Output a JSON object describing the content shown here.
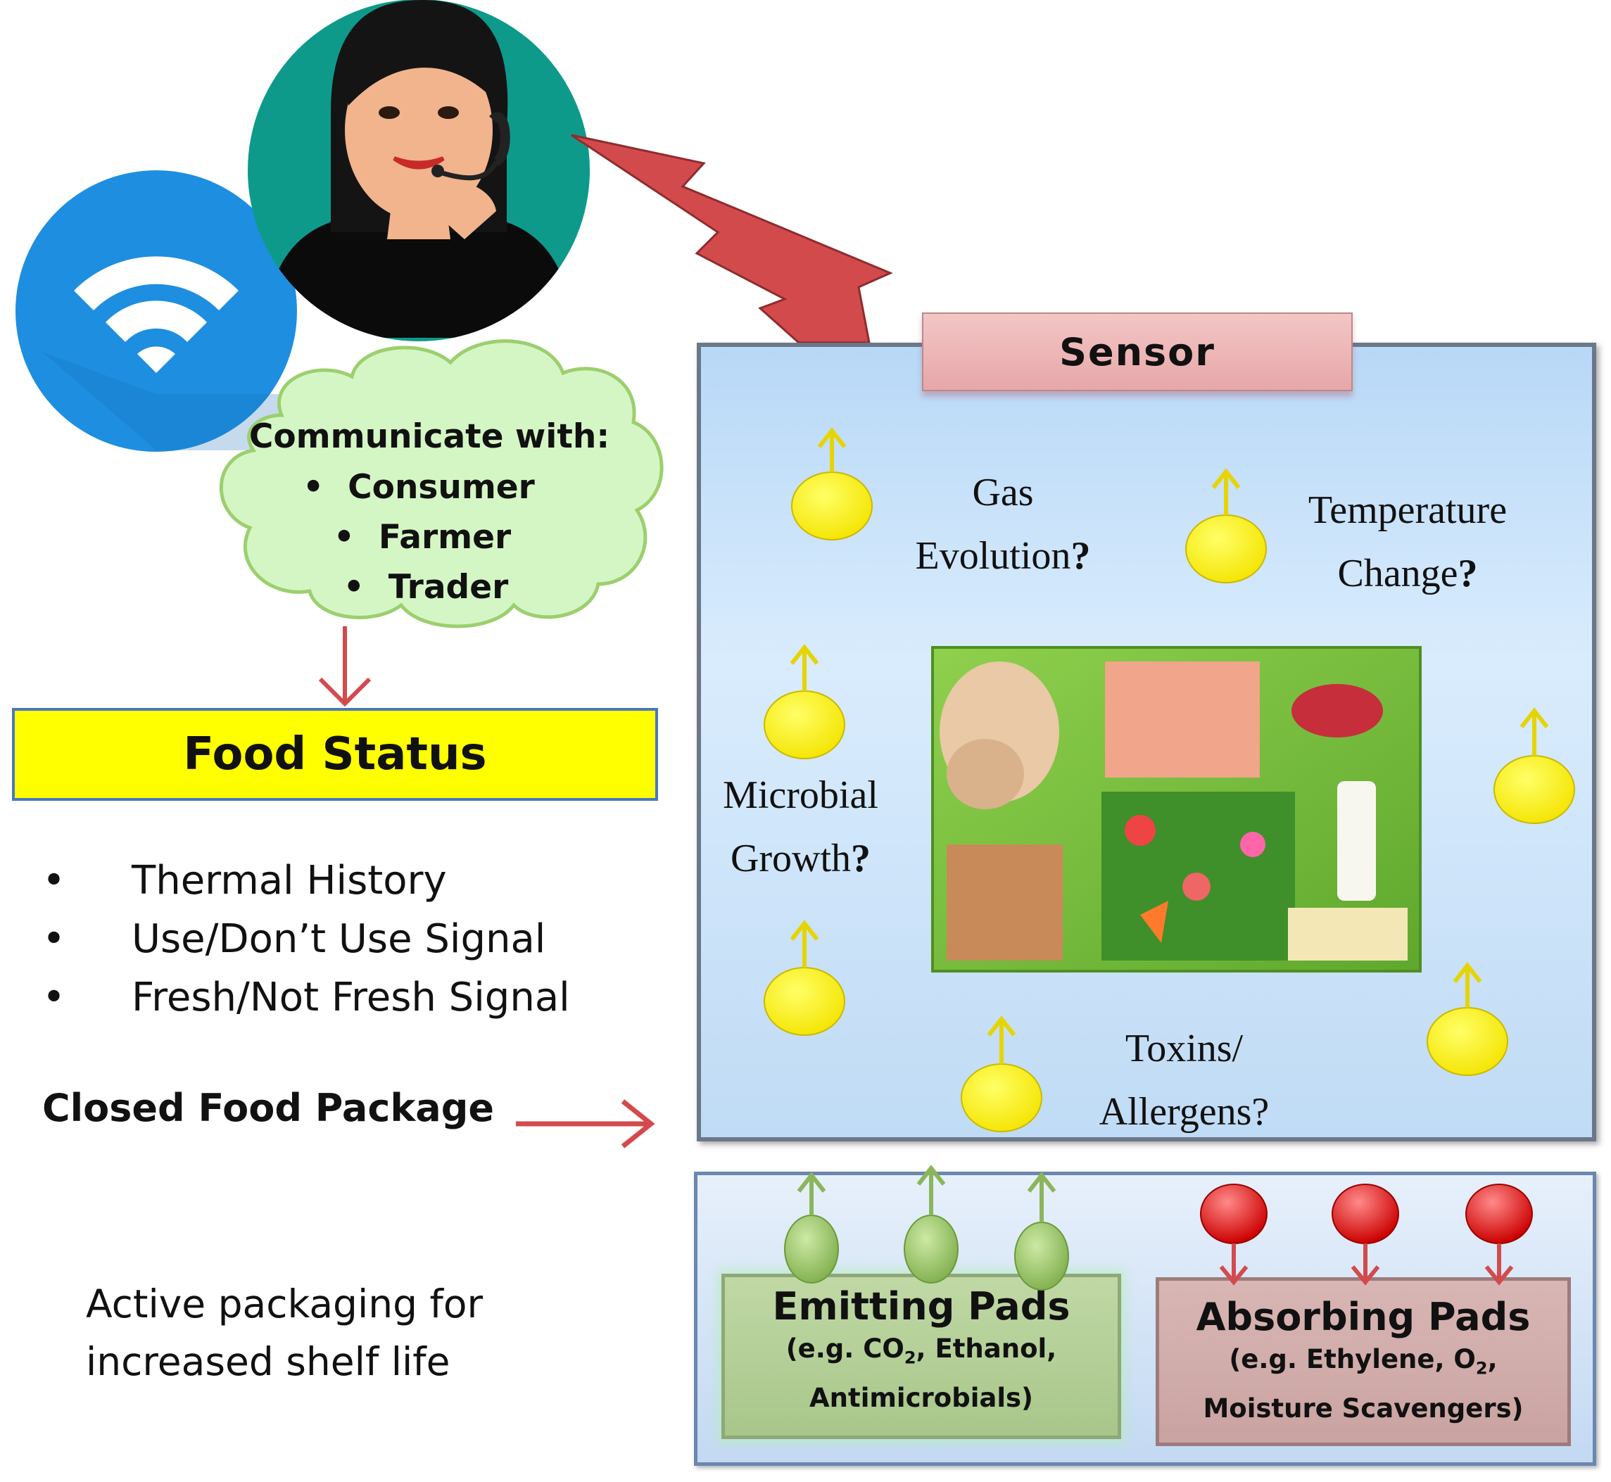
{
  "cloud": {
    "title": "Communicate with:",
    "items": [
      "Consumer",
      "Farmer",
      "Trader"
    ]
  },
  "food_status": {
    "title": "Food Status",
    "items": [
      "Thermal History",
      "Use/Don’t Use Signal",
      "Fresh/Not Fresh Signal"
    ]
  },
  "labels": {
    "closed_package": "Closed Food Package",
    "active_line1": "Active packaging for",
    "active_line2": "increased shelf life",
    "bullet": "•"
  },
  "package": {
    "sensor": "Sensor",
    "gas_1": "Gas",
    "gas_2": "Evolution",
    "temp_1": "Temperature",
    "temp_2": "Change",
    "micro_1": "Microbial",
    "micro_2": "Growth",
    "tox_1": "Toxins/",
    "tox_2": "Allergens",
    "qmark": "?"
  },
  "pads": {
    "emitting_title": "Emitting Pads",
    "emitting_sub_1_a": "(e.g.  CO",
    "emitting_sub_1_sub": "2",
    "emitting_sub_1_b": ", Ethanol,",
    "emitting_sub_2": "Antimicrobials)",
    "absorbing_title": "Absorbing Pads",
    "absorbing_sub_1_a": "(e.g. Ethylene, O",
    "absorbing_sub_1_sub": "2",
    "absorbing_sub_1_b": ",",
    "absorbing_sub_2": "Moisture Scavengers)"
  },
  "colors": {
    "arrow_red": "#d34a4d",
    "yellow": "#ffff00",
    "wifi_blue": "#1e8ee0",
    "teal": "#0e9a8a"
  }
}
